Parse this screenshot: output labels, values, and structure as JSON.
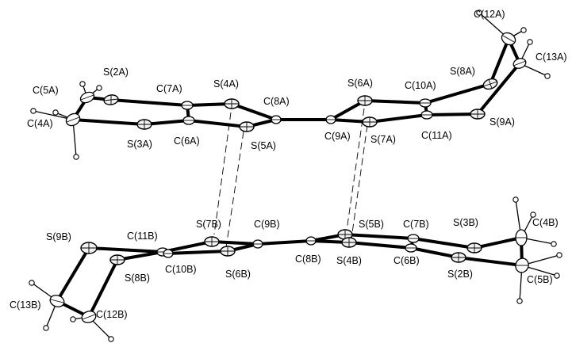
{
  "figure": {
    "labels": {
      "C12A": "C(12A)",
      "C13A": "C(13A)",
      "S8A": "S(8A)",
      "S2A": "S(2A)",
      "C5A": "C(5A)",
      "C7A": "C(7A)",
      "S4A": "S(4A)",
      "C8A": "C(8A)",
      "S6A": "S(6A)",
      "C10A": "C(10A)",
      "C4A": "C(4A)",
      "S3A": "S(3A)",
      "C6A": "C(6A)",
      "S5A": "S(5A)",
      "C9A": "C(9A)",
      "S7A": "S(7A)",
      "C11A": "C(11A)",
      "S9A": "S(9A)",
      "C4B": "C(4B)",
      "S7B": "S(7B)",
      "S9B": "S(9B)",
      "C11B": "C(11B)",
      "C9B": "C(9B)",
      "S5B": "S(5B)",
      "C7B": "C(7B)",
      "S3B": "S(3B)",
      "S8B": "S(8B)",
      "C10B": "C(10B)",
      "S6B": "S(6B)",
      "C8B": "C(8B)",
      "S4B": "S(4B)",
      "C6B": "C(6B)",
      "S2B": "S(2B)",
      "C5B": "C(5B)",
      "C13B": "C(13B)",
      "C12B": "C(12B)"
    }
  }
}
